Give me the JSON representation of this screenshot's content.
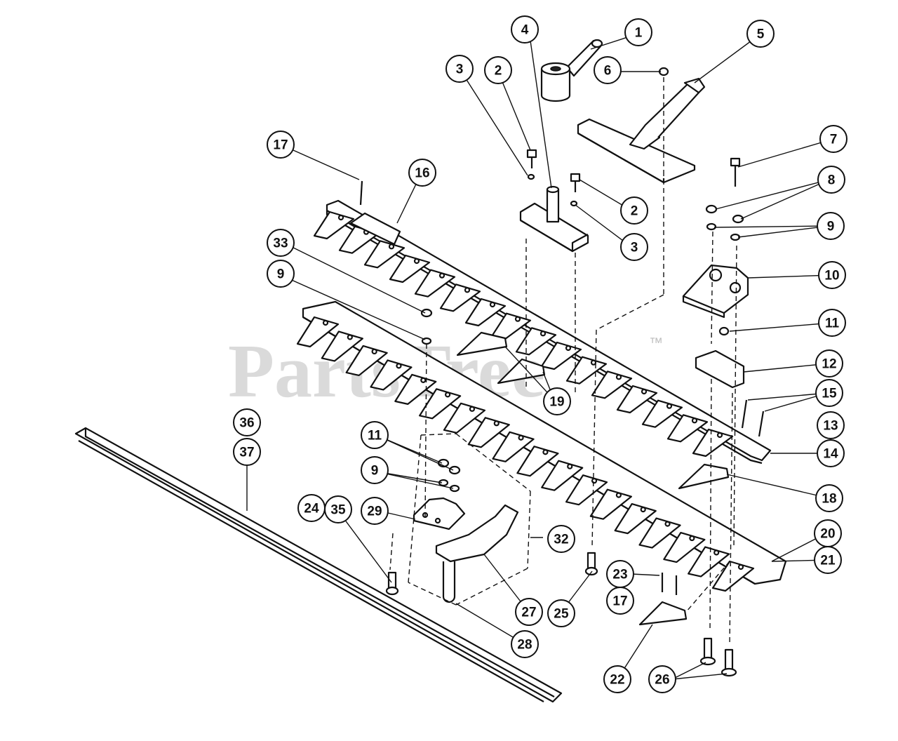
{
  "watermark": {
    "text": "PartsTree",
    "trademark": "™"
  },
  "callouts": [
    {
      "id": "c1",
      "label": "1"
    },
    {
      "id": "c2a",
      "label": "2"
    },
    {
      "id": "c2b",
      "label": "2"
    },
    {
      "id": "c3a",
      "label": "3"
    },
    {
      "id": "c3b",
      "label": "3"
    },
    {
      "id": "c4",
      "label": "4"
    },
    {
      "id": "c5",
      "label": "5"
    },
    {
      "id": "c6",
      "label": "6"
    },
    {
      "id": "c7",
      "label": "7"
    },
    {
      "id": "c8",
      "label": "8"
    },
    {
      "id": "c9a",
      "label": "9"
    },
    {
      "id": "c9b",
      "label": "9"
    },
    {
      "id": "c9c",
      "label": "9"
    },
    {
      "id": "c10",
      "label": "10"
    },
    {
      "id": "c11a",
      "label": "11"
    },
    {
      "id": "c11b",
      "label": "11"
    },
    {
      "id": "c12",
      "label": "12"
    },
    {
      "id": "c13",
      "label": "13"
    },
    {
      "id": "c14",
      "label": "14"
    },
    {
      "id": "c15",
      "label": "15"
    },
    {
      "id": "c16",
      "label": "16"
    },
    {
      "id": "c17a",
      "label": "17"
    },
    {
      "id": "c17b",
      "label": "17"
    },
    {
      "id": "c18",
      "label": "18"
    },
    {
      "id": "c19",
      "label": "19"
    },
    {
      "id": "c20",
      "label": "20"
    },
    {
      "id": "c21",
      "label": "21"
    },
    {
      "id": "c22",
      "label": "22"
    },
    {
      "id": "c23",
      "label": "23"
    },
    {
      "id": "c24",
      "label": "24"
    },
    {
      "id": "c25",
      "label": "25"
    },
    {
      "id": "c26",
      "label": "26"
    },
    {
      "id": "c27",
      "label": "27"
    },
    {
      "id": "c28",
      "label": "28"
    },
    {
      "id": "c29",
      "label": "29"
    },
    {
      "id": "c32",
      "label": "32"
    },
    {
      "id": "c33",
      "label": "33"
    },
    {
      "id": "c35",
      "label": "35"
    },
    {
      "id": "c36",
      "label": "36"
    },
    {
      "id": "c37",
      "label": "37"
    }
  ]
}
